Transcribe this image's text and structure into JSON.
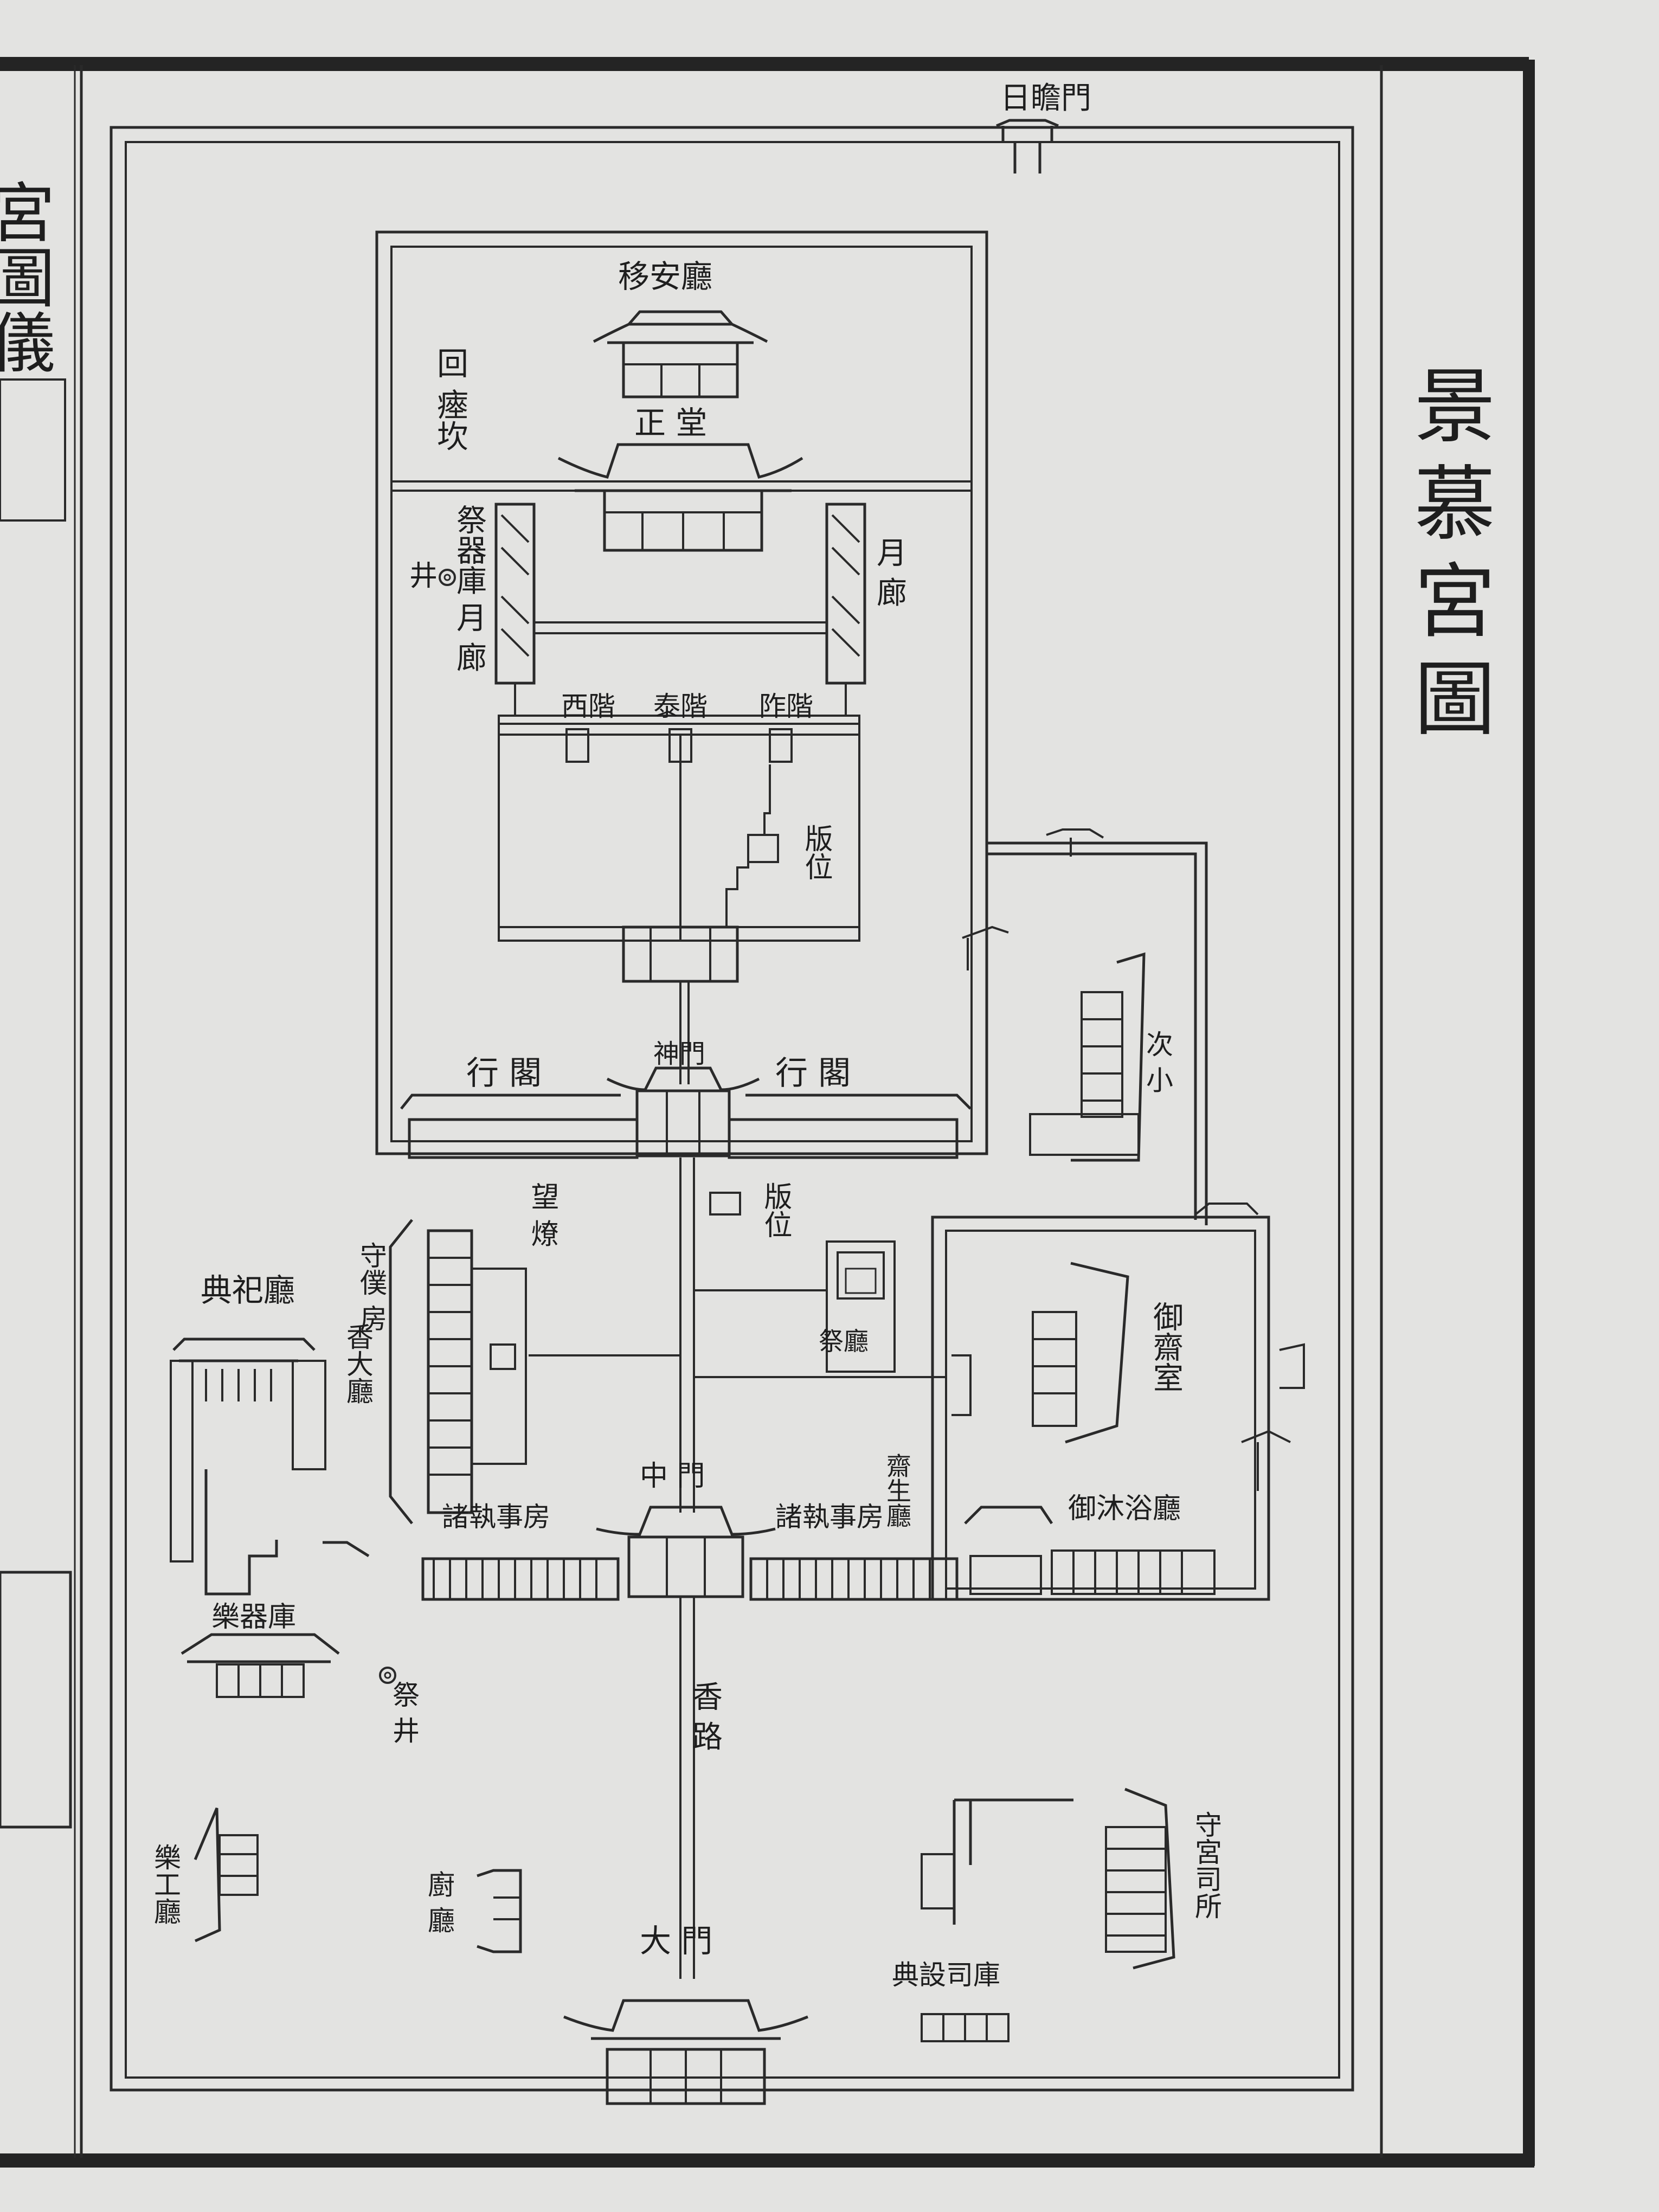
{
  "title": "景慕宮圖",
  "margin_fragment": "宮圖儀",
  "labels": {
    "riseom_gate": "日瞻門",
    "yian_hall": "移安廳",
    "hoe_pit": "回 瘞坎",
    "jeongdang": "正 堂",
    "jegigo": "祭器庫",
    "well_a": "井",
    "wollang_left": "月 廊",
    "wollang_right": "月 廊",
    "west_steps": "西階",
    "center_steps": "泰階",
    "east_steps": "阼階",
    "panwi_upper": "版位",
    "singak": "神門",
    "haenggak_left": "行 閣",
    "haenggak_right": "行 閣",
    "panwi_lower": "版位",
    "mangryo": "望 燎",
    "jeonsa_hall": "典祀廳",
    "hyangdae_hall": "香大廳",
    "sujik_room": "守僕 房",
    "jejip_left": "諸執事房",
    "jejip_right": "諸執事房",
    "jungmun": "中 門",
    "jaeseong": "齋生廳",
    "jejik_room": "祭廳",
    "eojae": "御齋室",
    "eomok": "御沐浴廳",
    "sopyo": "次 小",
    "akgi": "樂器庫",
    "well_b": "祭 井",
    "hyangno": "香 路",
    "akgong": "樂工廳",
    "jugwi": "廚 廳",
    "daemun": "大 門",
    "jeonseol": "典設司庫",
    "sugwan": "守宮司所"
  },
  "marks": {
    "well_symbol": "◎",
    "hoe_symbol": "回"
  }
}
